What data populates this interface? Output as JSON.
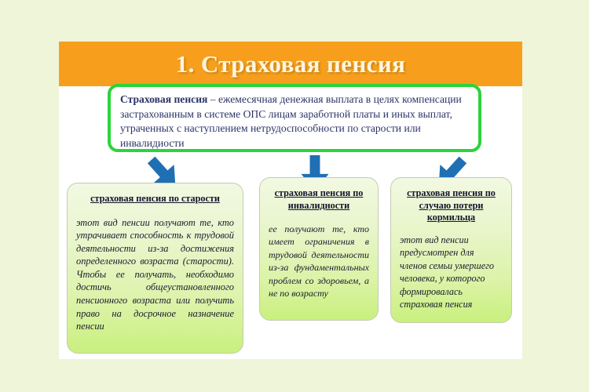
{
  "slide": {
    "title": "1. Страховая пенсия",
    "definition_lead": "Страховая пенсия",
    "definition_rest": " – ежемесячная денежная выплата в целях компенсации застрахованным в системе ОПС лицам заработной платы и иных выплат, утраченных с наступлением нетрудоспособности по старости или инвалидиости"
  },
  "colors": {
    "page_background": "#eef5d8",
    "sheet": "#ffffff",
    "title_band": "#f79f1d",
    "title_text": "#fdf6e0",
    "definition_border": "#2bd43a",
    "definition_text": "#2b3468",
    "arrow": "#1f6fb5",
    "card_border": "#c3ccb0",
    "card_gradient_top": "#f2f8e2",
    "card_gradient_bottom": "#c9f07e"
  },
  "arrows": [
    {
      "name": "arrow-to-old-age-card",
      "direction": "down-left"
    },
    {
      "name": "arrow-to-disability-card",
      "direction": "down"
    },
    {
      "name": "arrow-to-survivor-card",
      "direction": "down-right"
    }
  ],
  "cards": [
    {
      "id": "old-age",
      "heading": "страховая пенсия по старости",
      "body": "этот вид пенсии получают те, кто утрачивает способность к трудовой деятельности из-за достижения определенного возраста (старости). Чтобы ее получать, необходимо достичь общеустановленного пенсионного возраста или получить право на досрочное назначение пенсии"
    },
    {
      "id": "disability",
      "heading": "страховая пенсия по инвалидности",
      "body": "ее получают те, кто имеет ограничения в трудовой деятельности из-за фундаментальных проблем со здоровьем, а не по возрасту"
    },
    {
      "id": "survivor",
      "heading": "страховая пенсия по случаю потери кормильца",
      "body": "этот вид пенсии предусмотрен для членов семьи умершего человека, у которого формировалась страховая пенсия"
    }
  ]
}
